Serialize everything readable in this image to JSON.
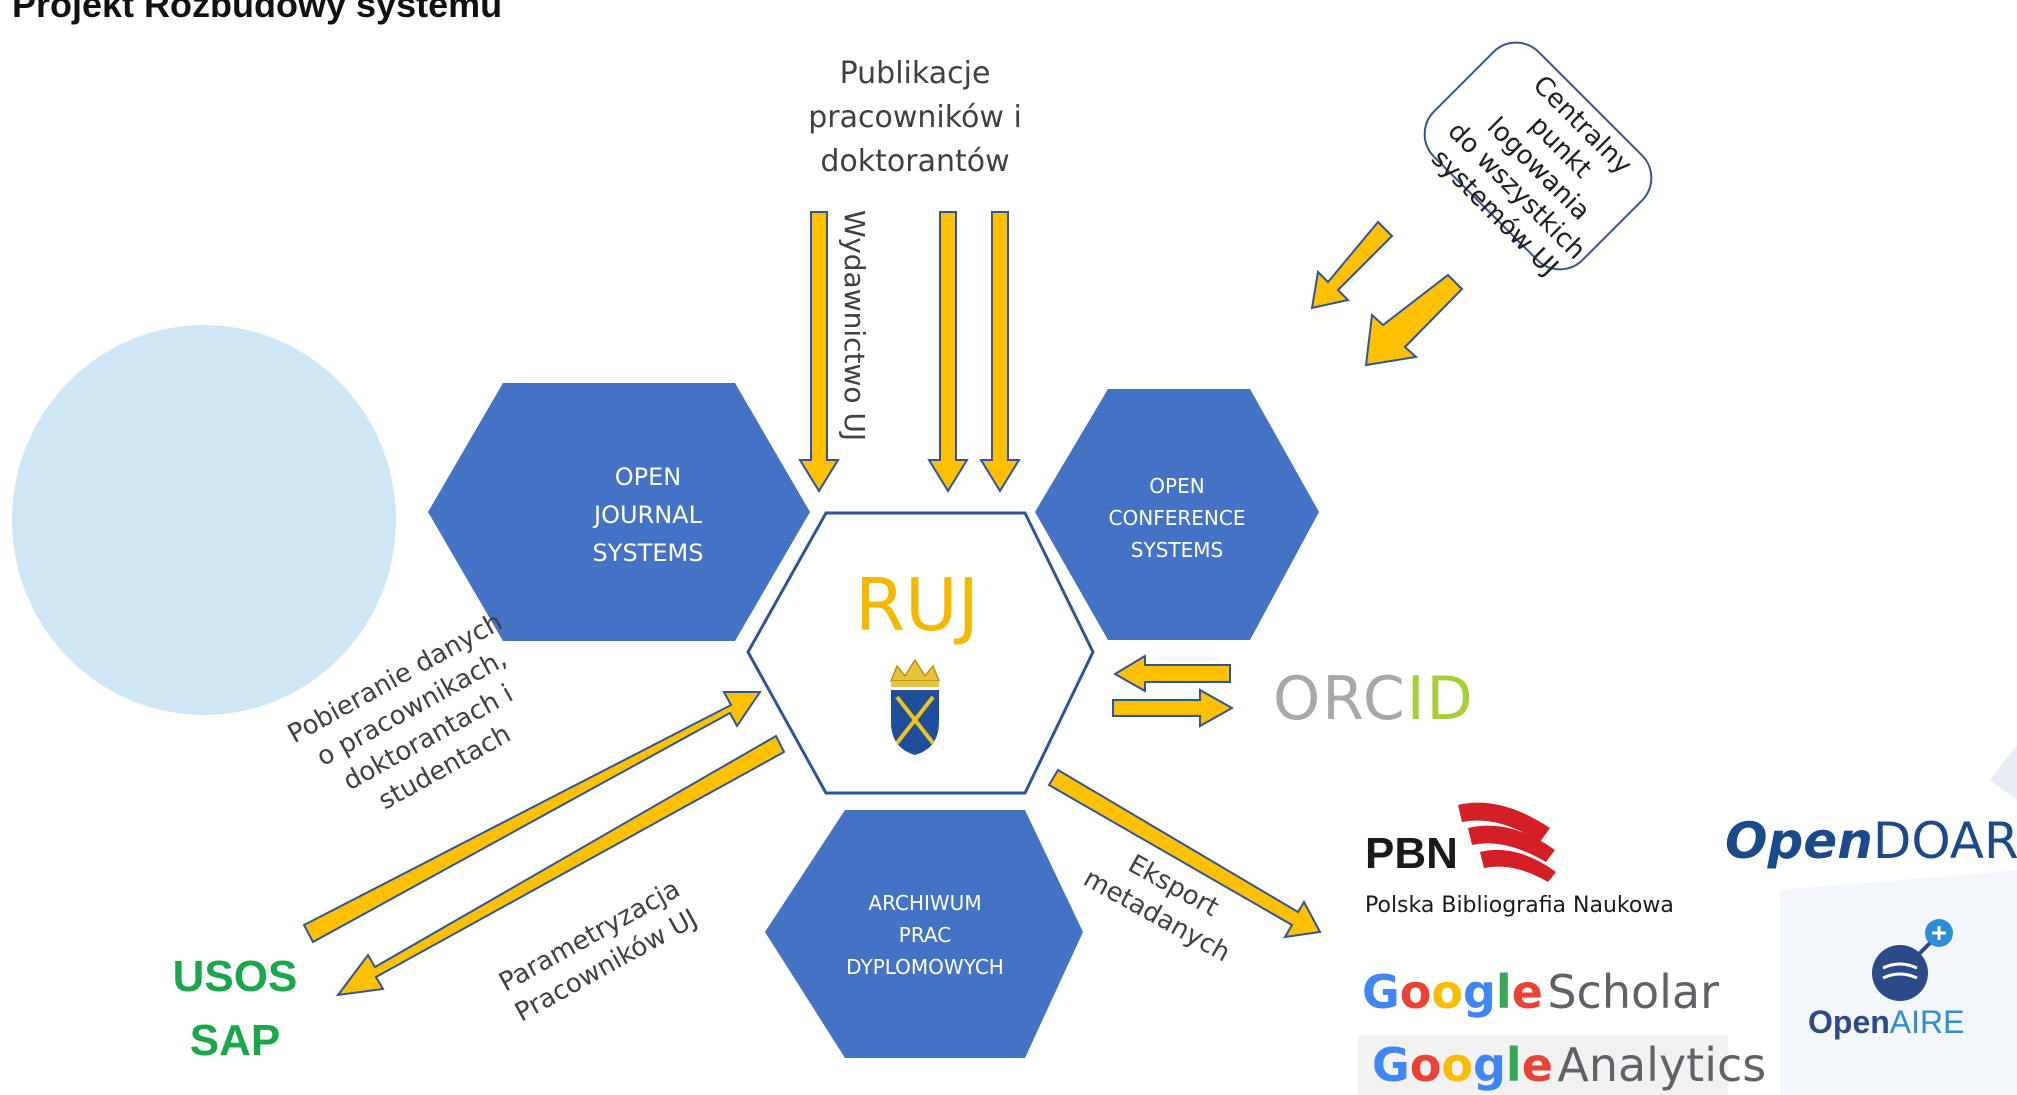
{
  "title": "Projekt Rozbudowy systemu",
  "hexes": {
    "ojs": [
      "OPEN",
      "JOURNAL",
      "SYSTEMS"
    ],
    "ocs": [
      "OPEN",
      "CONFERENCE",
      "SYSTEMS"
    ],
    "archiwum": [
      "ARCHIWUM",
      "PRAC",
      "DYPLOMOWYCH"
    ],
    "center": "RUJ"
  },
  "labels": {
    "publikacje": [
      "Publikacje",
      "pracowników i",
      "doktorantów"
    ],
    "wydawnictwo": "Wydawnictwo UJ",
    "centralny": [
      "Centralny",
      "punkt",
      "logowania",
      "do wszystkich",
      "systemów UJ"
    ],
    "pobieranie": [
      "Pobieranie danych",
      "o pracownikach,",
      "doktorantach i",
      "studentach"
    ],
    "parametryzacja": [
      "Parametryzacja",
      "Pracowników UJ"
    ],
    "eksport": [
      "Eksport",
      "metadanych"
    ],
    "usos": "USOS",
    "sap": "SAP"
  },
  "logos": {
    "orcid_prefix": "ORC",
    "orcid_suffix": "ID",
    "pbn": "PBN",
    "pbn_full": "Polska Bibliografia Naukowa",
    "google_letters": [
      "G",
      "o",
      "o",
      "g",
      "l",
      "e"
    ],
    "scholar": "Scholar",
    "analytics": "Analytics",
    "opendoar_italic": "Open",
    "opendoar_rest": "DOAR",
    "openaire_prefix": "Open",
    "openaire_suffix": "AIRE"
  },
  "colors": {
    "hex_blue": "#4472c4",
    "arrow_yellow": "#ffc000",
    "arrow_outline": "#2f5597",
    "circle": "#cfe6f5",
    "ruj_yellow": "#f5b800",
    "green": "#1aa64a",
    "google": [
      "#4285f4",
      "#ea4335",
      "#fbbc05",
      "#4285f4",
      "#34a853",
      "#ea4335"
    ]
  }
}
